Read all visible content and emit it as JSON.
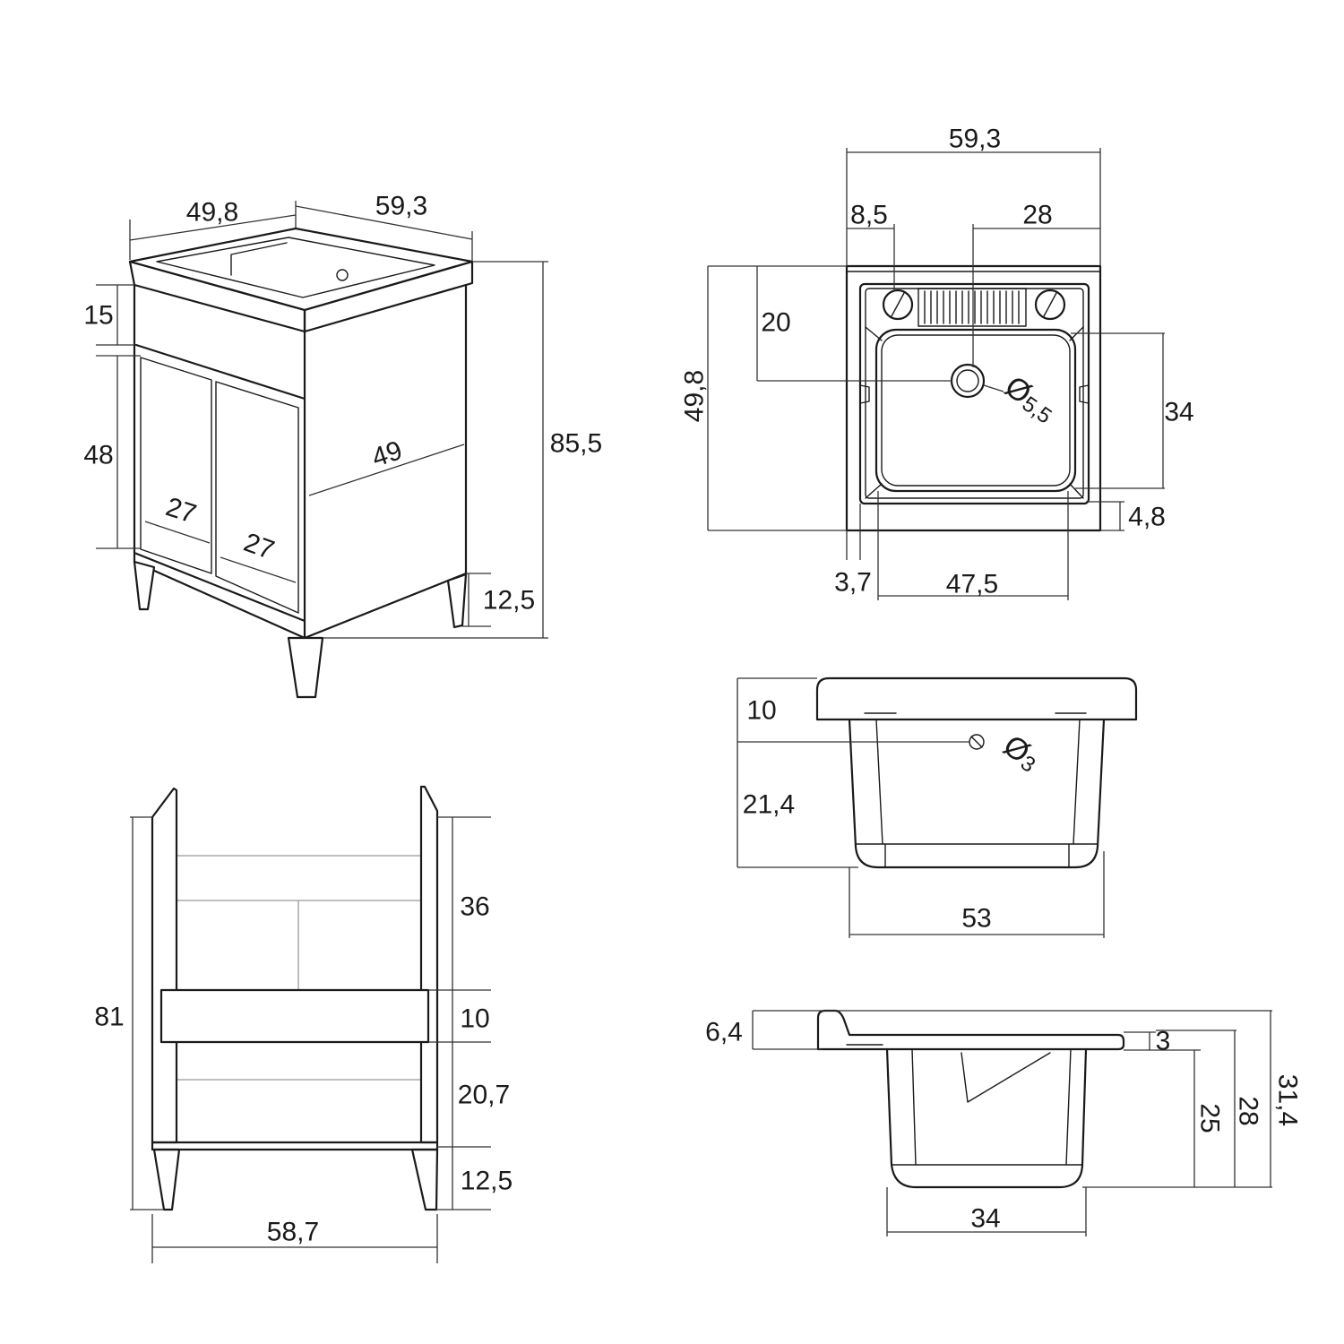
{
  "colors": {
    "line": "#1a1a1a",
    "dim": "#333333",
    "light": "#9a9a9a",
    "background": "#ffffff"
  },
  "isometric": {
    "top_side_width": "49,8",
    "top_front_width": "59,3",
    "rail_height": "15",
    "door_height": "48",
    "side_depth": "49",
    "left_door_width": "27",
    "right_door_width": "27",
    "overall_height": "85,5",
    "leg_height": "12,5"
  },
  "plan": {
    "overall_width": "59,3",
    "left_offset": "8,5",
    "drain_offset_right": "28",
    "overall_depth": "49,8",
    "drain_offset_back": "20",
    "diameter_symbol": "Ø",
    "drain_diameter": "5,5",
    "bowl_depth": "34",
    "front_rim": "4,8",
    "side_rim": "3,7",
    "bowl_width": "47,5"
  },
  "basin_front": {
    "lip_height": "10",
    "diameter_symbol": "Ø",
    "overflow_diameter": "3",
    "bowl_height": "21,4",
    "width": "53"
  },
  "cabinet_front": {
    "upper_height": "36",
    "overall_height": "81",
    "rail_height": "10",
    "lower_height": "20,7",
    "leg_height": "12,5",
    "overall_width": "58,7"
  },
  "basin_side": {
    "backsplash_height": "6,4",
    "rim_height": "3",
    "bowl_height": "25",
    "rim_to_bottom": "28",
    "overall_height": "31,4",
    "bowl_width": "34"
  }
}
